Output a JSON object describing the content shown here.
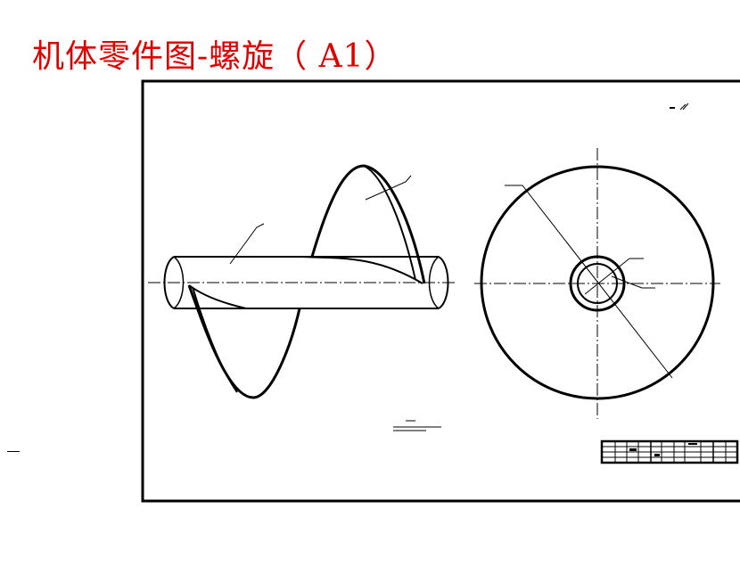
{
  "title": "机体零件图-螺旋（ A1）",
  "colors": {
    "title": "#e00000",
    "line": "#000000",
    "background": "#ffffff"
  },
  "drawing": {
    "views": [
      "front-view-screw",
      "side-view-circle"
    ],
    "title_block_text_legible": false
  }
}
